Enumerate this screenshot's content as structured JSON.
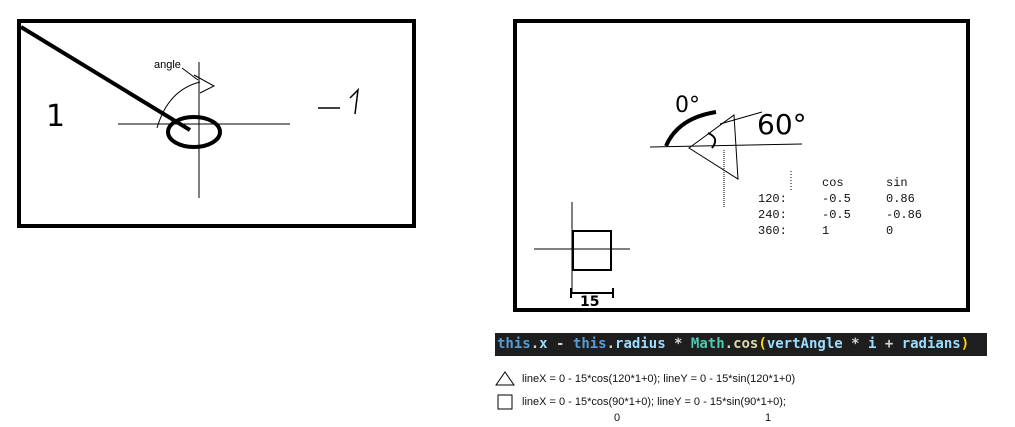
{
  "left_panel": {
    "angle_label": "angle",
    "left_value": "1",
    "right_value": "-1"
  },
  "right_panel": {
    "angle_0_label": "0°",
    "angle_60_label": "60°",
    "width_label": "15",
    "table": {
      "headers": [
        "",
        "cos",
        "sin"
      ],
      "rows": [
        {
          "label": "120:",
          "cos": "-0.5",
          "sin": "0.86"
        },
        {
          "label": "240:",
          "cos": "-0.5",
          "sin": "-0.86"
        },
        {
          "label": "360:",
          "cos": "1",
          "sin": "0"
        }
      ]
    }
  },
  "code": {
    "tokens": [
      {
        "t": "this",
        "c": "kw"
      },
      {
        "t": ".",
        "c": "op"
      },
      {
        "t": "x",
        "c": "prop"
      },
      {
        "t": " - ",
        "c": "op"
      },
      {
        "t": "this",
        "c": "kw"
      },
      {
        "t": ".",
        "c": "op"
      },
      {
        "t": "radius",
        "c": "prop"
      },
      {
        "t": " * ",
        "c": "op"
      },
      {
        "t": "Math",
        "c": "cls"
      },
      {
        "t": ".",
        "c": "op"
      },
      {
        "t": "cos",
        "c": "fn"
      },
      {
        "t": "(",
        "c": "paren"
      },
      {
        "t": "vertAngle",
        "c": "prop"
      },
      {
        "t": " * ",
        "c": "op"
      },
      {
        "t": "i",
        "c": "prop"
      },
      {
        "t": " + ",
        "c": "op"
      },
      {
        "t": "radians",
        "c": "prop"
      },
      {
        "t": ")",
        "c": "paren"
      }
    ]
  },
  "formulas": {
    "triangle": "lineX = 0 - 15*cos(120*1+0); lineY = 0 - 15*sin(120*1+0)",
    "square": "lineX = 0 - 15*cos(90*1+0); lineY = 0 - 15*sin(90*1+0);",
    "note_x": "0",
    "note_y": "1"
  }
}
